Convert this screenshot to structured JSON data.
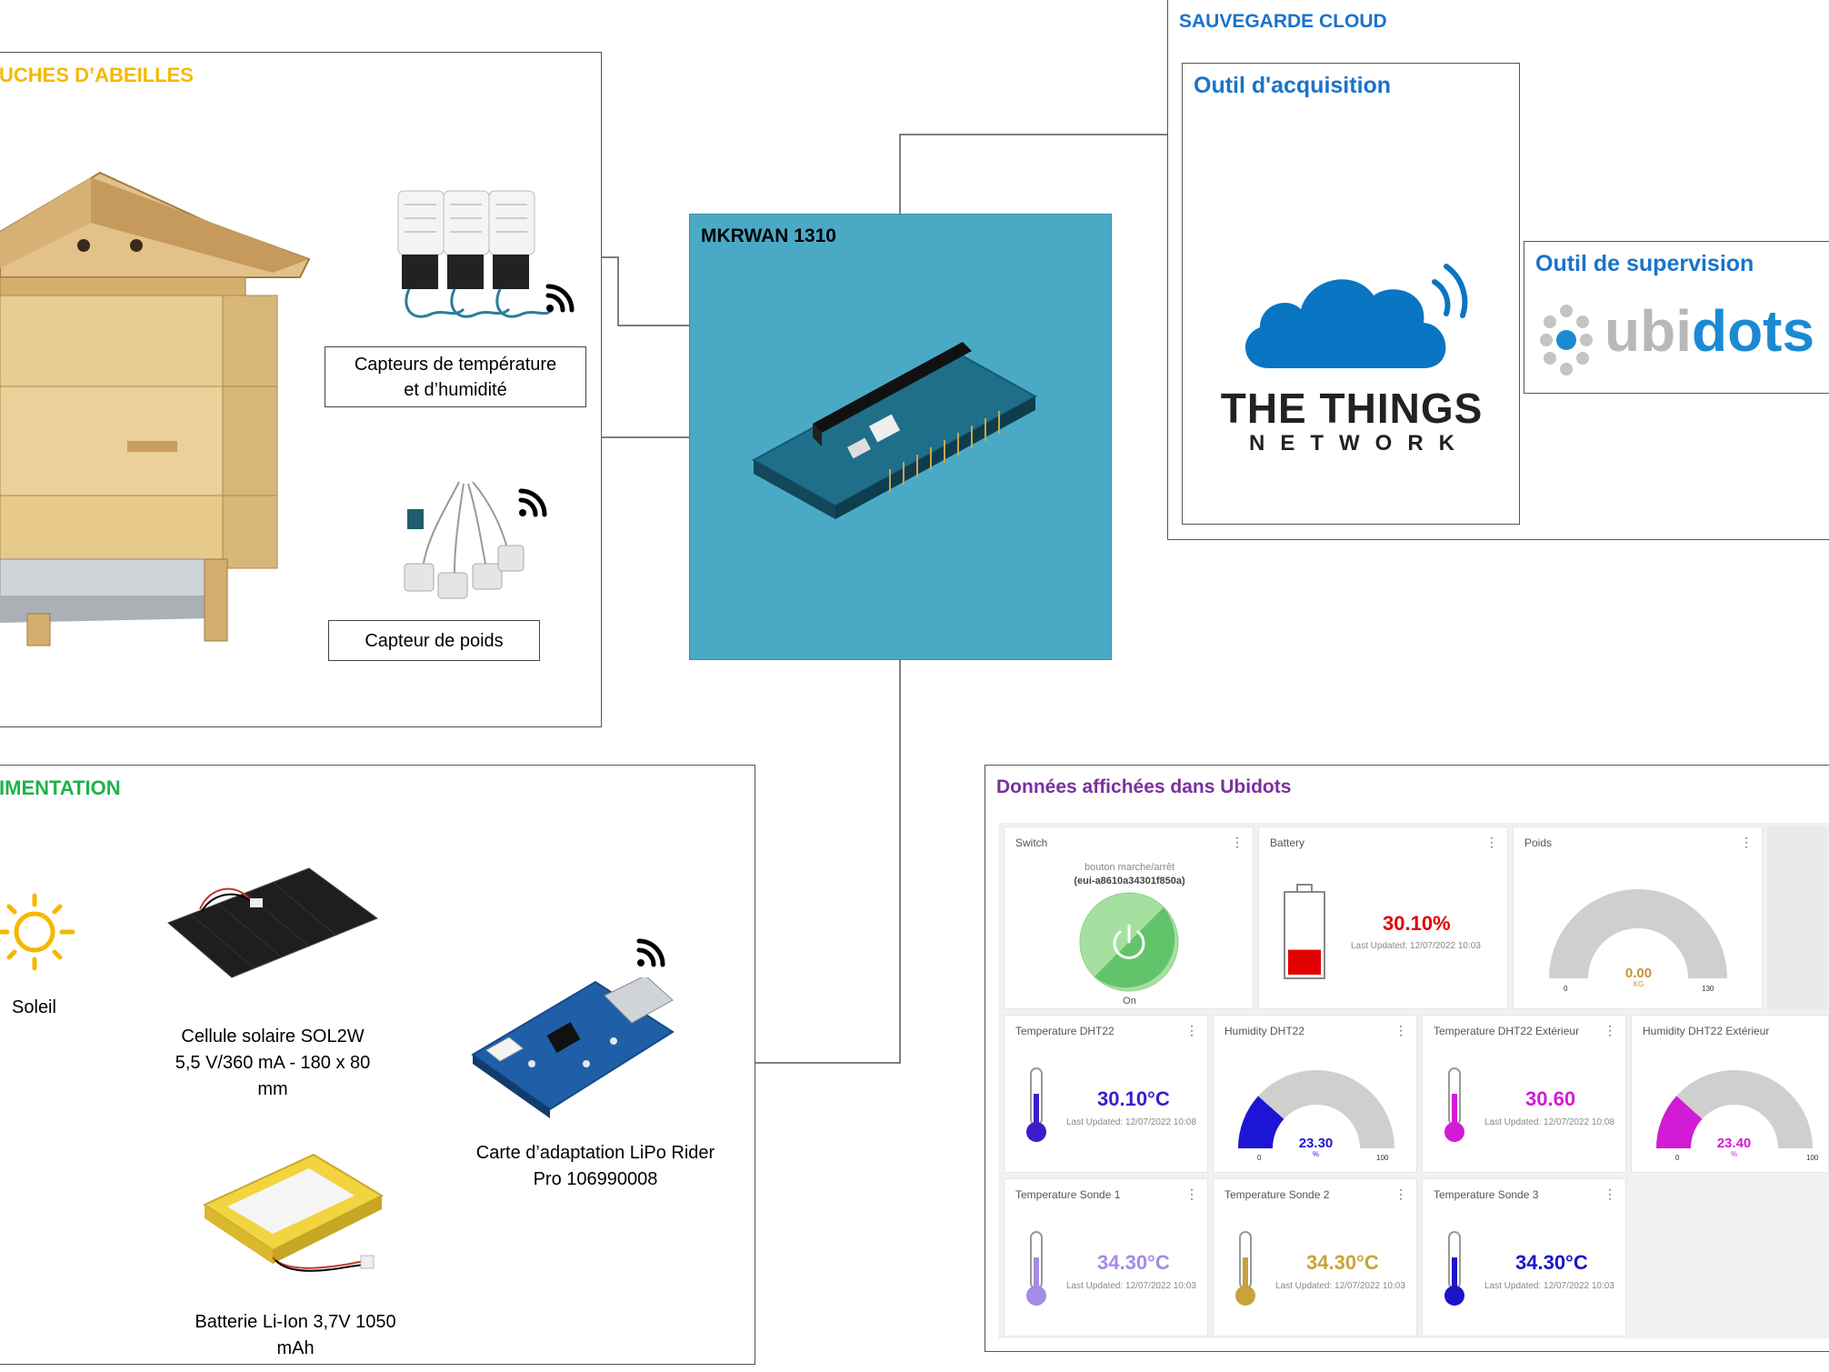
{
  "sections": {
    "hives": "UCHES D’ABEILLES",
    "cloud": "SAUVEGARDE CLOUD",
    "power": "IMENTATION",
    "board": "MKRWAN 1310",
    "acquisition": "Outil d'acquisition",
    "supervision": "Outil de supervision",
    "dashboard": "Données affichées dans Ubidots"
  },
  "captions": {
    "temp_sensor_line1": "Capteurs de température",
    "temp_sensor_line2": "et d’humidité",
    "weight_sensor": "Capteur de poids",
    "sun": "Soleil",
    "solar_line1": "Cellule solaire SOL2W",
    "solar_line2": "5,5 V/360 mA - 180 x 80",
    "solar_line3": "mm",
    "lipo_line1": "Carte d’adaptation LiPo Rider",
    "lipo_line2": "Pro 106990008",
    "battery_line1": "Batterie Li-Ion 3,7V 1050",
    "battery_line2": "mAh"
  },
  "logos": {
    "ttn_line1": "THE THINGS",
    "ttn_line2": "NETWORK",
    "ubidots_a": "ubi",
    "ubidots_b": "dots"
  },
  "colors": {
    "hives_title": "#f5b800",
    "cloud_title": "#1a73c9",
    "power_title": "#1db34a",
    "dashboard_title": "#7b2fa0",
    "board_bg": "#4aaac6",
    "ttn_blue": "#0a75c2",
    "ubidots_blue": "#1b8ad3"
  },
  "dashboard": {
    "switch": {
      "title": "Switch",
      "subtitle": "bouton marche/arrêt",
      "device": "(eui-a8610a34301f850a)",
      "state": "On"
    },
    "battery": {
      "title": "Battery",
      "value": "30.10%",
      "updated": "Last Updated: 12/07/2022 10:03",
      "level": 0.301
    },
    "poids": {
      "title": "Poids",
      "value": "0.00",
      "unit": "KG",
      "min": "0",
      "max": "130",
      "level": 0
    },
    "temp_dht": {
      "title": "Temperature DHT22",
      "value": "30.10°C",
      "updated": "Last Updated: 12/07/2022 10:08"
    },
    "hum_dht": {
      "title": "Humidity DHT22",
      "value": "23.30",
      "unit": "%",
      "min": "0",
      "max": "100",
      "level": 0.233
    },
    "temp_dht_ext": {
      "title": "Temperature DHT22 Extérieur",
      "value": "30.60",
      "updated": "Last Updated: 12/07/2022 10:08"
    },
    "hum_dht_ext": {
      "title": "Humidity DHT22 Extérieur",
      "value": "23.40",
      "unit": "%",
      "min": "0",
      "max": "100",
      "level": 0.234
    },
    "sonde1": {
      "title": "Temperature Sonde 1",
      "value": "34.30°C",
      "updated": "Last Updated: 12/07/2022 10:03"
    },
    "sonde2": {
      "title": "Temperature Sonde 2",
      "value": "34.30°C",
      "updated": "Last Updated: 12/07/2022 10:03"
    },
    "sonde3": {
      "title": "Temperature Sonde 3",
      "value": "34.30°C",
      "updated": "Last Updated: 12/07/2022 10:03"
    },
    "menu_icon": "⋮"
  }
}
